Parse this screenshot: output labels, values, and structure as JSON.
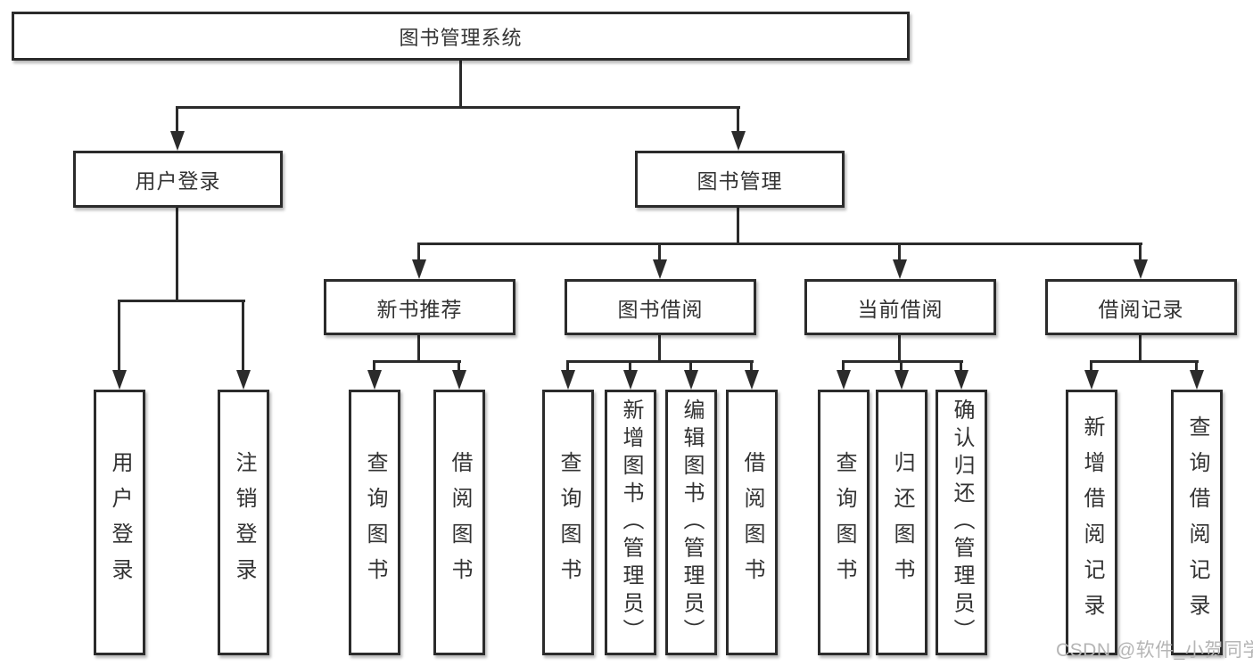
{
  "diagram": {
    "type": "tree",
    "root": {
      "label": "图书管理系统"
    },
    "branches": [
      {
        "label": "用户登录",
        "children": [
          {
            "label": "用户登录"
          },
          {
            "label": "注销登录"
          }
        ]
      },
      {
        "label": "图书管理",
        "children": [
          {
            "label": "新书推荐",
            "children": [
              {
                "label": "查询图书"
              },
              {
                "label": "借阅图书"
              }
            ]
          },
          {
            "label": "图书借阅",
            "children": [
              {
                "label": "查询图书"
              },
              {
                "label": "新增图书（管理员）"
              },
              {
                "label": "编辑图书（管理员）"
              },
              {
                "label": "借阅图书"
              }
            ]
          },
          {
            "label": "当前借阅",
            "children": [
              {
                "label": "查询图书"
              },
              {
                "label": "归还图书"
              },
              {
                "label": "确认归还（管理员）"
              }
            ]
          },
          {
            "label": "借阅记录",
            "children": [
              {
                "label": "新增借阅记录"
              },
              {
                "label": "查询借阅记录"
              }
            ]
          }
        ]
      }
    ]
  },
  "watermark": {
    "text": "CSDN @软件_小贺同学"
  },
  "colors": {
    "line": "#2b2b2b",
    "text": "#333333",
    "background": "#ffffff",
    "watermark": "#b5b5b5"
  }
}
